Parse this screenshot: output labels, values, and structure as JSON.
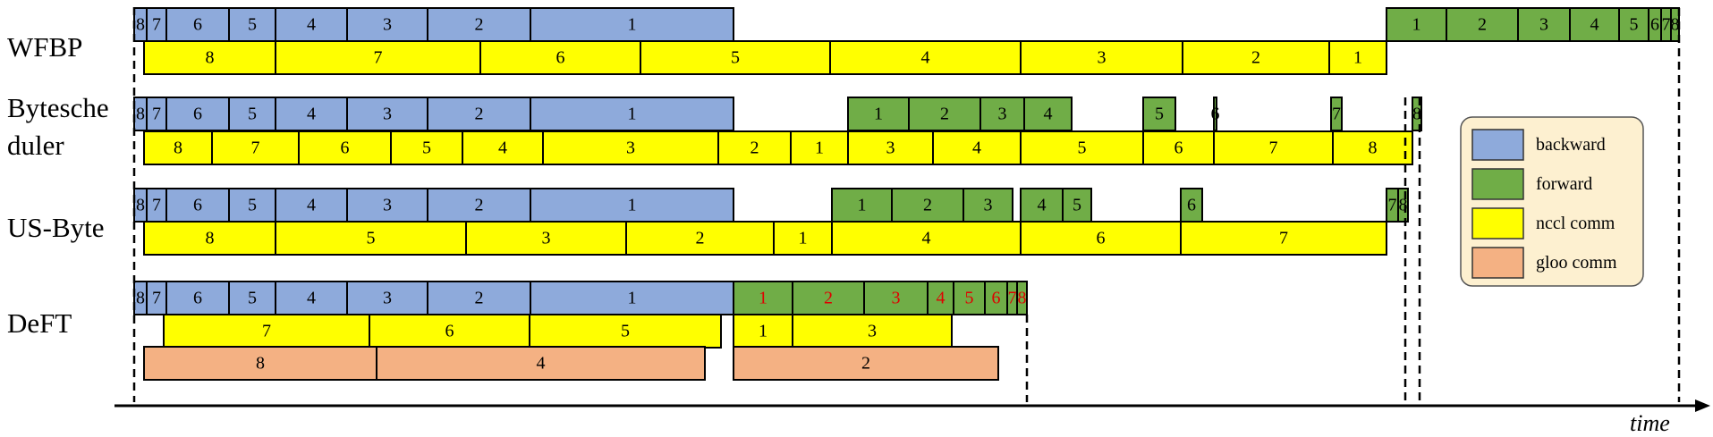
{
  "colors": {
    "backward": "#8eaadb",
    "forward": "#70ad47",
    "nccl": "#ffff00",
    "gloo": "#f4b183",
    "legend_bg": "#fdf0d0",
    "red_text": "#e00000"
  },
  "axis": {
    "label": "time"
  },
  "legend": [
    {
      "key": "backward",
      "label": "backward"
    },
    {
      "key": "forward",
      "label": "forward"
    },
    {
      "key": "nccl",
      "label": "nccl comm"
    },
    {
      "key": "gloo",
      "label": "gloo comm"
    }
  ],
  "rows": [
    {
      "label_lines": [
        "WFBP"
      ],
      "compute": [
        [
          "backward",
          "8"
        ],
        [
          "backward",
          "7"
        ],
        [
          "backward",
          "6"
        ],
        [
          "backward",
          "5"
        ],
        [
          "backward",
          "4"
        ],
        [
          "backward",
          "3"
        ],
        [
          "backward",
          "2"
        ],
        [
          "backward",
          "1"
        ],
        [
          "forward",
          "1"
        ],
        [
          "forward",
          "2"
        ],
        [
          "forward",
          "3"
        ],
        [
          "forward",
          "4"
        ],
        [
          "forward",
          "5"
        ],
        [
          "forward",
          "6"
        ],
        [
          "forward",
          "7"
        ],
        [
          "forward",
          "8"
        ]
      ],
      "comm": [
        [
          "nccl",
          "8"
        ],
        [
          "nccl",
          "7"
        ],
        [
          "nccl",
          "6"
        ],
        [
          "nccl",
          "5"
        ],
        [
          "nccl",
          "4"
        ],
        [
          "nccl",
          "3"
        ],
        [
          "nccl",
          "2"
        ],
        [
          "nccl",
          "1"
        ]
      ]
    },
    {
      "label_lines": [
        "Bytesche",
        "duler"
      ],
      "compute": [
        [
          "backward",
          "8"
        ],
        [
          "backward",
          "7"
        ],
        [
          "backward",
          "6"
        ],
        [
          "backward",
          "5"
        ],
        [
          "backward",
          "4"
        ],
        [
          "backward",
          "3"
        ],
        [
          "backward",
          "2"
        ],
        [
          "backward",
          "1"
        ],
        [
          "forward",
          "1"
        ],
        [
          "forward",
          "2"
        ],
        [
          "forward",
          "3"
        ],
        [
          "forward",
          "4"
        ],
        [
          "forward",
          "5"
        ],
        [
          "forward",
          "6"
        ],
        [
          "forward",
          "7"
        ],
        [
          "forward",
          "8"
        ]
      ],
      "comm": [
        [
          "nccl",
          "8"
        ],
        [
          "nccl",
          "7"
        ],
        [
          "nccl",
          "6"
        ],
        [
          "nccl",
          "5"
        ],
        [
          "nccl",
          "4"
        ],
        [
          "nccl",
          "3"
        ],
        [
          "nccl",
          "2"
        ],
        [
          "nccl",
          "1"
        ],
        [
          "nccl",
          "3"
        ],
        [
          "nccl",
          "4"
        ],
        [
          "nccl",
          "5"
        ],
        [
          "nccl",
          "6"
        ],
        [
          "nccl",
          "7"
        ],
        [
          "nccl",
          "8"
        ]
      ]
    },
    {
      "label_lines": [
        "US-Byte"
      ],
      "compute": [
        [
          "backward",
          "8"
        ],
        [
          "backward",
          "7"
        ],
        [
          "backward",
          "6"
        ],
        [
          "backward",
          "5"
        ],
        [
          "backward",
          "4"
        ],
        [
          "backward",
          "3"
        ],
        [
          "backward",
          "2"
        ],
        [
          "backward",
          "1"
        ],
        [
          "forward",
          "1"
        ],
        [
          "forward",
          "2"
        ],
        [
          "forward",
          "3"
        ],
        [
          "forward",
          "4"
        ],
        [
          "forward",
          "5"
        ],
        [
          "forward",
          "6"
        ],
        [
          "forward",
          "7"
        ],
        [
          "forward",
          "8"
        ]
      ],
      "comm": [
        [
          "nccl",
          "8"
        ],
        [
          "nccl",
          "5"
        ],
        [
          "nccl",
          "3"
        ],
        [
          "nccl",
          "2"
        ],
        [
          "nccl",
          "1"
        ],
        [
          "nccl",
          "4"
        ],
        [
          "nccl",
          "6"
        ],
        [
          "nccl",
          "7"
        ]
      ]
    },
    {
      "label_lines": [
        "DeFT"
      ],
      "compute": [
        [
          "backward",
          "8"
        ],
        [
          "backward",
          "7"
        ],
        [
          "backward",
          "6"
        ],
        [
          "backward",
          "5"
        ],
        [
          "backward",
          "4"
        ],
        [
          "backward",
          "3"
        ],
        [
          "backward",
          "2"
        ],
        [
          "backward",
          "1"
        ],
        [
          "forward",
          "1"
        ],
        [
          "forward",
          "2"
        ],
        [
          "forward",
          "3"
        ],
        [
          "forward",
          "4"
        ],
        [
          "forward",
          "5"
        ],
        [
          "forward",
          "6"
        ],
        [
          "forward",
          "7"
        ],
        [
          "forward",
          "8"
        ]
      ],
      "comm": [
        [
          "nccl",
          "7"
        ],
        [
          "nccl",
          "6"
        ],
        [
          "nccl",
          "5"
        ],
        [
          "nccl",
          "1"
        ],
        [
          "nccl",
          "3"
        ]
      ],
      "comm2": [
        [
          "gloo",
          "8"
        ],
        [
          "gloo",
          "4"
        ],
        [
          "gloo",
          "2"
        ]
      ]
    }
  ]
}
